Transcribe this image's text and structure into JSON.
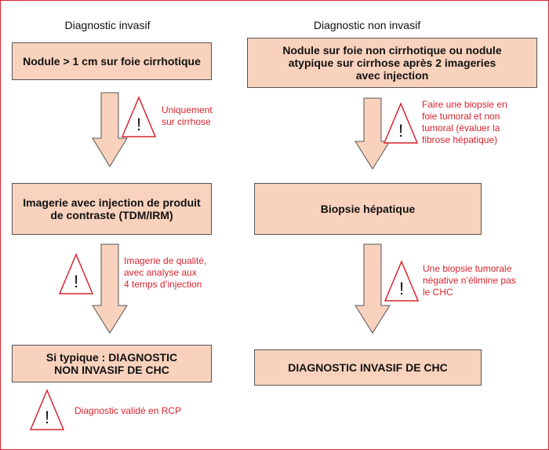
{
  "columns": {
    "left_title": "Diagnostic invasif",
    "right_title": "Diagnostic non invasif"
  },
  "left": {
    "box1": "Nodule > 1 cm sur foie cirrhotique",
    "note1": "Uniquement\nsur cirrhose",
    "box2": "Imagerie avec injection de produit\nde contraste (TDM/IRM)",
    "note2": "Imagerie de qualité,\navec analyse aux\n4 temps d’injection",
    "box3": "Si typique : DIAGNOSTIC\nNON INVASIF DE CHC",
    "note3": "Diagnostic validé en RCP"
  },
  "right": {
    "box1": "Nodule sur foie non cirrhotique ou nodule\natypique sur cirrhose après 2 imageries\navec injection",
    "note1": "Faire une biopsie en\nfoie tumoral et non\ntumoral (évaluer la\nfibrose hépatique)",
    "box2": "Biopsie hépatique",
    "note2": "Une biopsie tumorale\nnégative n’élimine pas\nle CHC",
    "box3": "DIAGNOSTIC INVASIF DE CHC"
  },
  "warning_symbol": "!",
  "colors": {
    "box_fill": "#f9d2bd",
    "accent_red": "#d9242f",
    "arrow_fill": "#f9d2bd",
    "border": "#555555"
  }
}
